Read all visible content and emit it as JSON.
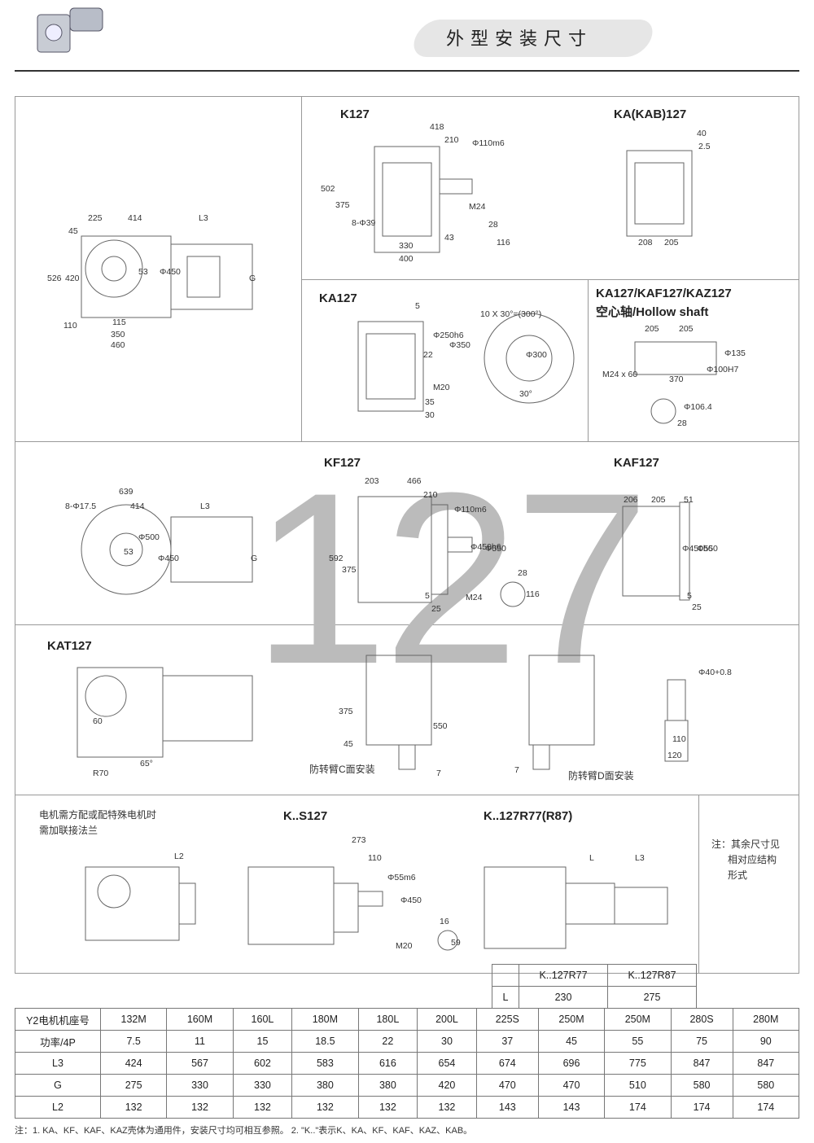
{
  "header": {
    "title": "外型安装尺寸"
  },
  "sections": {
    "k127": {
      "label": "K127"
    },
    "ka_kab": {
      "label": "KA(KAB)127"
    },
    "ka127": {
      "label": "KA127"
    },
    "hollow": {
      "label_line1": "KA127/KAF127/KAZ127",
      "label_line2": "空心轴/Hollow shaft"
    },
    "kf127": {
      "label": "KF127"
    },
    "kaf127": {
      "label": "KAF127"
    },
    "kat127": {
      "label": "KAT127",
      "caption_c": "防转臂C面安装",
      "caption_d": "防转臂D面安装"
    },
    "ks127": {
      "label": "K..S127"
    },
    "kr": {
      "label": "K..127R77(R87)"
    },
    "motor_note": {
      "line1": "电机需方配或配特殊电机时",
      "line2": "需加联接法兰"
    },
    "side_note": {
      "line1": "注：其余尺寸见",
      "line2": "相对应结构",
      "line3": "形式"
    }
  },
  "watermark": "127",
  "dims": {
    "main": [
      "225",
      "414",
      "L3",
      "45",
      "526",
      "420",
      "53",
      "Φ450",
      "G",
      "110",
      "115",
      "350",
      "460"
    ],
    "k127": [
      "418",
      "210",
      "Φ110m6",
      "502",
      "375",
      "8-Φ39",
      "M24",
      "28",
      "43",
      "116",
      "330",
      "400"
    ],
    "kab": [
      "40",
      "2.5",
      "208",
      "205"
    ],
    "ka127": [
      "5",
      "Φ250h6",
      "Φ350",
      "22",
      "M20",
      "35",
      "30",
      "10 X 30°=(300°)",
      "Φ300",
      "30°"
    ],
    "hollow": [
      "205",
      "205",
      "Φ135",
      "Φ100H7",
      "M24 x 60",
      "370",
      "Φ106.4",
      "28"
    ],
    "kf": [
      "639",
      "8-Φ17.5",
      "414",
      "L3",
      "Φ500",
      "53",
      "Φ450",
      "G"
    ],
    "kf127": [
      "203",
      "466",
      "210",
      "Φ110m6",
      "592",
      "375",
      "Φ450h6",
      "Φ550",
      "5",
      "25",
      "M24",
      "28",
      "116"
    ],
    "kaf": [
      "206",
      "205",
      "51",
      "Φ450h6",
      "Φ550",
      "5",
      "25"
    ],
    "kat": [
      "60",
      "R70",
      "65°",
      "375",
      "45",
      "550",
      "7",
      "7",
      "Φ40+0.8",
      "110",
      "120"
    ],
    "ks": [
      "L2",
      "273",
      "110",
      "Φ55m6",
      "Φ450",
      "16",
      "59",
      "M20"
    ],
    "kr": [
      "L",
      "L3"
    ]
  },
  "l_table": {
    "headers": [
      "",
      "K..127R77",
      "K..127R87"
    ],
    "row": [
      "L",
      "230",
      "275"
    ]
  },
  "spec_table": {
    "rows": [
      [
        "Y2电机机座号",
        "132M",
        "160M",
        "160L",
        "180M",
        "180L",
        "200L",
        "225S",
        "250M",
        "250M",
        "280S",
        "280M"
      ],
      [
        "功率/4P",
        "7.5",
        "11",
        "15",
        "18.5",
        "22",
        "30",
        "37",
        "45",
        "55",
        "75",
        "90"
      ],
      [
        "L3",
        "424",
        "567",
        "602",
        "583",
        "616",
        "654",
        "674",
        "696",
        "775",
        "847",
        "847"
      ],
      [
        "G",
        "275",
        "330",
        "330",
        "380",
        "380",
        "420",
        "470",
        "470",
        "510",
        "580",
        "580"
      ],
      [
        "L2",
        "132",
        "132",
        "132",
        "132",
        "132",
        "132",
        "143",
        "143",
        "174",
        "174",
        "174"
      ]
    ]
  },
  "footnote": "注：1. KA、KF、KAF、KAZ壳体为通用件，安装尺寸均可相互参照。   2. \"K..\"表示K、KA、KF、KAF、KAZ、KAB。"
}
